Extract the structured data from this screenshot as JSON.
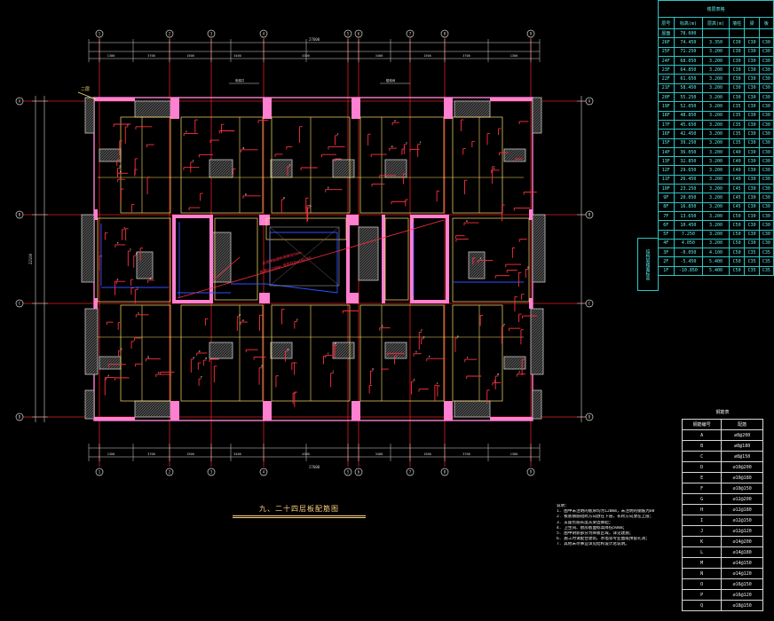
{
  "drawing": {
    "title": "九、二十四层板配筋图",
    "colors": {
      "axis": "#e02020",
      "wall": "#ff7fd0",
      "beam": "#ffe26b",
      "rebar": "#ff3040",
      "dim": "#d8d8d8",
      "blue": "#3050ff",
      "cyan": "#2ec4c4",
      "background": "#000000"
    }
  },
  "floor_table": {
    "title": "楼层表格",
    "col_headers": [
      "层号",
      "标高(m)",
      "层高(m)",
      "墙柱",
      "梁",
      "板"
    ],
    "rows": [
      [
        "屋面",
        "78.600",
        "",
        "",
        "",
        ""
      ],
      [
        "26F",
        "74.450",
        "3.350",
        "C30",
        "C30",
        "C30"
      ],
      [
        "25F",
        "71.250",
        "3.200",
        "C30",
        "C30",
        "C30"
      ],
      [
        "24F",
        "68.050",
        "3.200",
        "C30",
        "C30",
        "C30"
      ],
      [
        "23F",
        "64.850",
        "3.200",
        "C30",
        "C30",
        "C30"
      ],
      [
        "22F",
        "61.650",
        "3.200",
        "C30",
        "C30",
        "C30"
      ],
      [
        "21F",
        "58.450",
        "3.200",
        "C30",
        "C30",
        "C30"
      ],
      [
        "20F",
        "55.250",
        "3.200",
        "C30",
        "C30",
        "C30"
      ],
      [
        "19F",
        "52.050",
        "3.200",
        "C35",
        "C30",
        "C30"
      ],
      [
        "18F",
        "48.850",
        "3.200",
        "C35",
        "C30",
        "C30"
      ],
      [
        "17F",
        "45.650",
        "3.200",
        "C35",
        "C30",
        "C30"
      ],
      [
        "16F",
        "42.450",
        "3.200",
        "C35",
        "C30",
        "C30"
      ],
      [
        "15F",
        "39.250",
        "3.200",
        "C35",
        "C30",
        "C30"
      ],
      [
        "14F",
        "36.050",
        "3.200",
        "C40",
        "C30",
        "C30"
      ],
      [
        "13F",
        "32.850",
        "3.200",
        "C40",
        "C30",
        "C30"
      ],
      [
        "12F",
        "29.650",
        "3.200",
        "C40",
        "C30",
        "C30"
      ],
      [
        "11F",
        "26.450",
        "3.200",
        "C40",
        "C30",
        "C30"
      ],
      [
        "10F",
        "23.250",
        "3.200",
        "C45",
        "C30",
        "C30"
      ],
      [
        "9F",
        "20.050",
        "3.200",
        "C45",
        "C30",
        "C30"
      ],
      [
        "8F",
        "16.850",
        "3.200",
        "C45",
        "C30",
        "C30"
      ],
      [
        "7F",
        "13.650",
        "3.200",
        "C50",
        "C30",
        "C30"
      ],
      [
        "6F",
        "10.450",
        "3.200",
        "C50",
        "C30",
        "C30"
      ],
      [
        "5F",
        "7.250",
        "3.200",
        "C50",
        "C30",
        "C30"
      ],
      [
        "4F",
        "4.050",
        "3.200",
        "C50",
        "C30",
        "C30"
      ],
      [
        "3F",
        "-0.050",
        "4.100",
        "C50",
        "C35",
        "C35"
      ],
      [
        "2F",
        "-5.450",
        "5.400",
        "C50",
        "C35",
        "C35"
      ],
      [
        "1F",
        "-10.850",
        "5.400",
        "C50",
        "C35",
        "C35"
      ]
    ],
    "side_label": "结构层楼面标高"
  },
  "rebar_table": {
    "caption": "钢筋表",
    "headers": [
      "钢筋编号",
      "配筋"
    ],
    "rows": [
      [
        "A",
        "⌀8@200"
      ],
      [
        "B",
        "⌀8@180"
      ],
      [
        "C",
        "⌀8@150"
      ],
      [
        "D",
        "⌀10@200"
      ],
      [
        "E",
        "⌀10@180"
      ],
      [
        "F",
        "⌀10@150"
      ],
      [
        "G",
        "⌀12@200"
      ],
      [
        "H",
        "⌀12@180"
      ],
      [
        "I",
        "⌀12@150"
      ],
      [
        "J",
        "⌀12@120"
      ],
      [
        "K",
        "⌀14@200"
      ],
      [
        "L",
        "⌀14@180"
      ],
      [
        "M",
        "⌀14@150"
      ],
      [
        "N",
        "⌀14@120"
      ],
      [
        "O",
        "⌀16@150"
      ],
      [
        "P",
        "⌀16@120"
      ],
      [
        "Q",
        "⌀18@150"
      ]
    ]
  },
  "notes": {
    "lines": [
      "说明：",
      "1. 图中未注明的板厚均为120mm，未注明的钢筋为⌀8@200；",
      "2. 板底钢筋短跨方向放在下层，长跨方向放在上层；",
      "3. 支座负筋长度从梁边算起；",
      "4. 卫生间、厨房板面标高降低50mm；",
      "5. 图中阴影部分为降板区域，详见建施；",
      "6. 施工时请配合建筑、水电等专业图纸预留孔洞；",
      "7. 其他未尽事宜详见结构设计总说明。"
    ]
  },
  "axes": {
    "top": [
      "1",
      "2",
      "3",
      "4",
      "5",
      "6",
      "7",
      "8",
      "9"
    ],
    "left": [
      "A",
      "B",
      "C",
      "D"
    ],
    "right": [
      "A",
      "B",
      "C",
      "D"
    ]
  },
  "dimensions": {
    "top_total": "27600",
    "bottom_total": "27600",
    "left_total": "22100",
    "top_segments": [
      "1300",
      "3700",
      "1500",
      "3400",
      "4300",
      "3400",
      "1500",
      "3700",
      "1300"
    ]
  },
  "callouts": {
    "elevator": "电梯井",
    "stair": "楼梯间",
    "red_note_1": "此范围板面标高降低50mm",
    "red_note_2": "板厚h=150mm 双层双向⌀10@150",
    "corner_mark": "二层"
  }
}
